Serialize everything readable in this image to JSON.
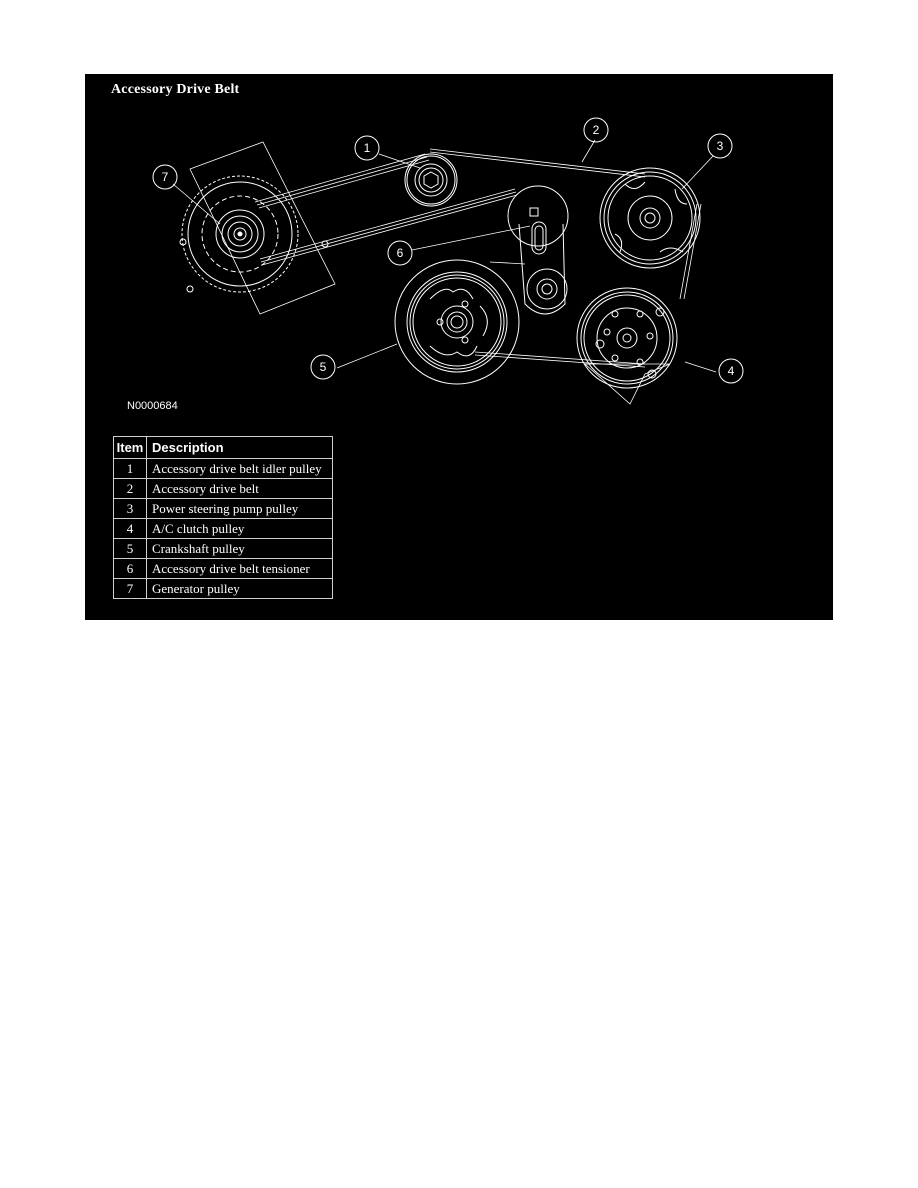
{
  "figure": {
    "title": "Accessory Drive Belt",
    "code": "N0000684",
    "colors": {
      "background": "#000000",
      "linework": "#ffffff",
      "page": "#ffffff"
    }
  },
  "callouts": [
    {
      "number": "1",
      "component": "idler-pulley"
    },
    {
      "number": "2",
      "component": "drive-belt"
    },
    {
      "number": "3",
      "component": "power-steering-pulley"
    },
    {
      "number": "4",
      "component": "ac-clutch-pulley"
    },
    {
      "number": "5",
      "component": "crankshaft-pulley"
    },
    {
      "number": "6",
      "component": "belt-tensioner"
    },
    {
      "number": "7",
      "component": "generator-pulley"
    }
  ],
  "legend": {
    "headers": {
      "item": "Item",
      "description": "Description"
    },
    "rows": [
      {
        "item": "1",
        "description": "Accessory drive belt idler pulley"
      },
      {
        "item": "2",
        "description": "Accessory drive belt"
      },
      {
        "item": "3",
        "description": "Power steering pump pulley"
      },
      {
        "item": "4",
        "description": "A/C clutch pulley"
      },
      {
        "item": "5",
        "description": "Crankshaft pulley"
      },
      {
        "item": "6",
        "description": "Accessory drive belt tensioner"
      },
      {
        "item": "7",
        "description": "Generator pulley"
      }
    ]
  }
}
